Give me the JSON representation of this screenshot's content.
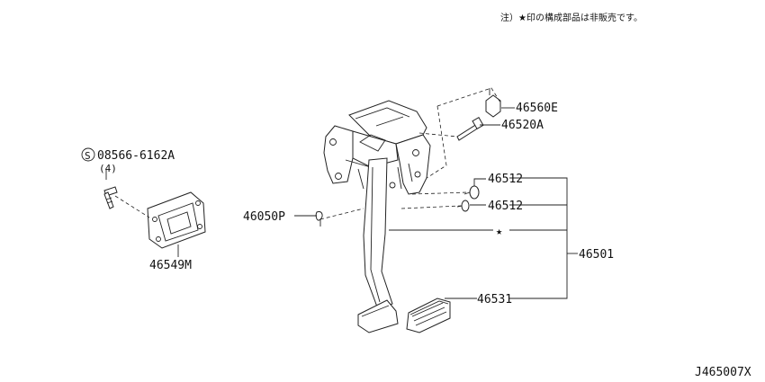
{
  "note": "注）★印の構成部品は非販売です。",
  "drawing_id": "J465007X",
  "labels": {
    "p46560E": "46560E",
    "p46520A": "46520A",
    "bolt_spec": "08566-6162A",
    "bolt_qty": "(4)",
    "bolt_symbol": "S",
    "p46512a": "46512",
    "p46512b": "46512",
    "p46050P": "46050P",
    "star": "★",
    "p46501": "46501",
    "p46549M": "46549M",
    "p46531": "46531"
  }
}
